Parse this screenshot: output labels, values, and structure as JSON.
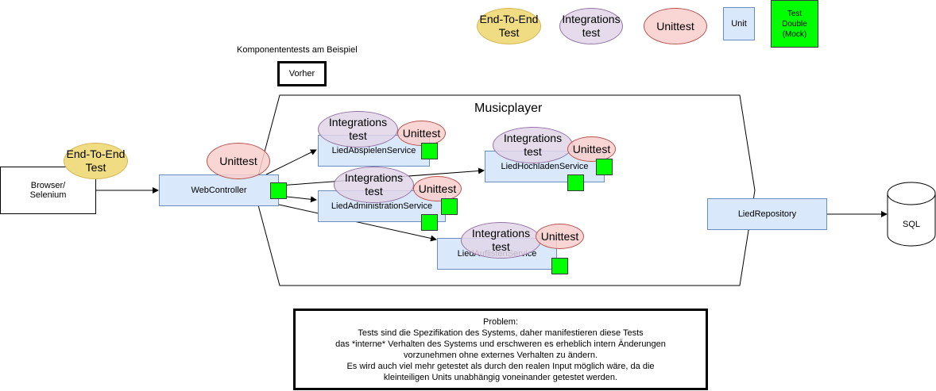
{
  "legend": {
    "end_to_end": "End-To-End\nTest",
    "integration": "Integrations\ntest",
    "unittest": "Unittest",
    "unit": "Unit",
    "test_double": "Test\nDouble\n(Mock)"
  },
  "caption": "Komponententests am Beispiel",
  "state_label": "Vorher",
  "system_title": "Musicplayer",
  "nodes": {
    "browser": "Browser/\nSelenium",
    "web_controller": "WebController",
    "lied_abspielen": "LiedAbspielenService",
    "lied_administration": "LiedAdministrationService",
    "lied_hochladen": "LiedHochladenService",
    "lied_auflisten": "LiedAuflistenService",
    "lied_repository": "LiedRepository",
    "sql": "SQL"
  },
  "tags": {
    "end_to_end": "End-To-End\nTest",
    "integration": "Integrations\ntest",
    "unittest": "Unittest"
  },
  "problem_text": "Problem:\nTests sind die Spezifikation des Systems, daher  manifestieren diese Tests\ndas *interne* Verhalten des Systems und erschweren es erheblich intern Änderungen\nvorzunehmen ohne externes Verhalten zu ändern.\nEs wird auch viel mehr getestet als durch den realen Input möglich wäre, da die\nkleinteiligen Units unabhängig voneinander getestet werden.",
  "colors": {
    "e2e_fill": "#f0dc82",
    "integration_fill": "#e1d5e7",
    "unittest_fill": "#f8cecc",
    "unit_fill": "#dae8fc",
    "mock_fill": "#00ff00"
  }
}
